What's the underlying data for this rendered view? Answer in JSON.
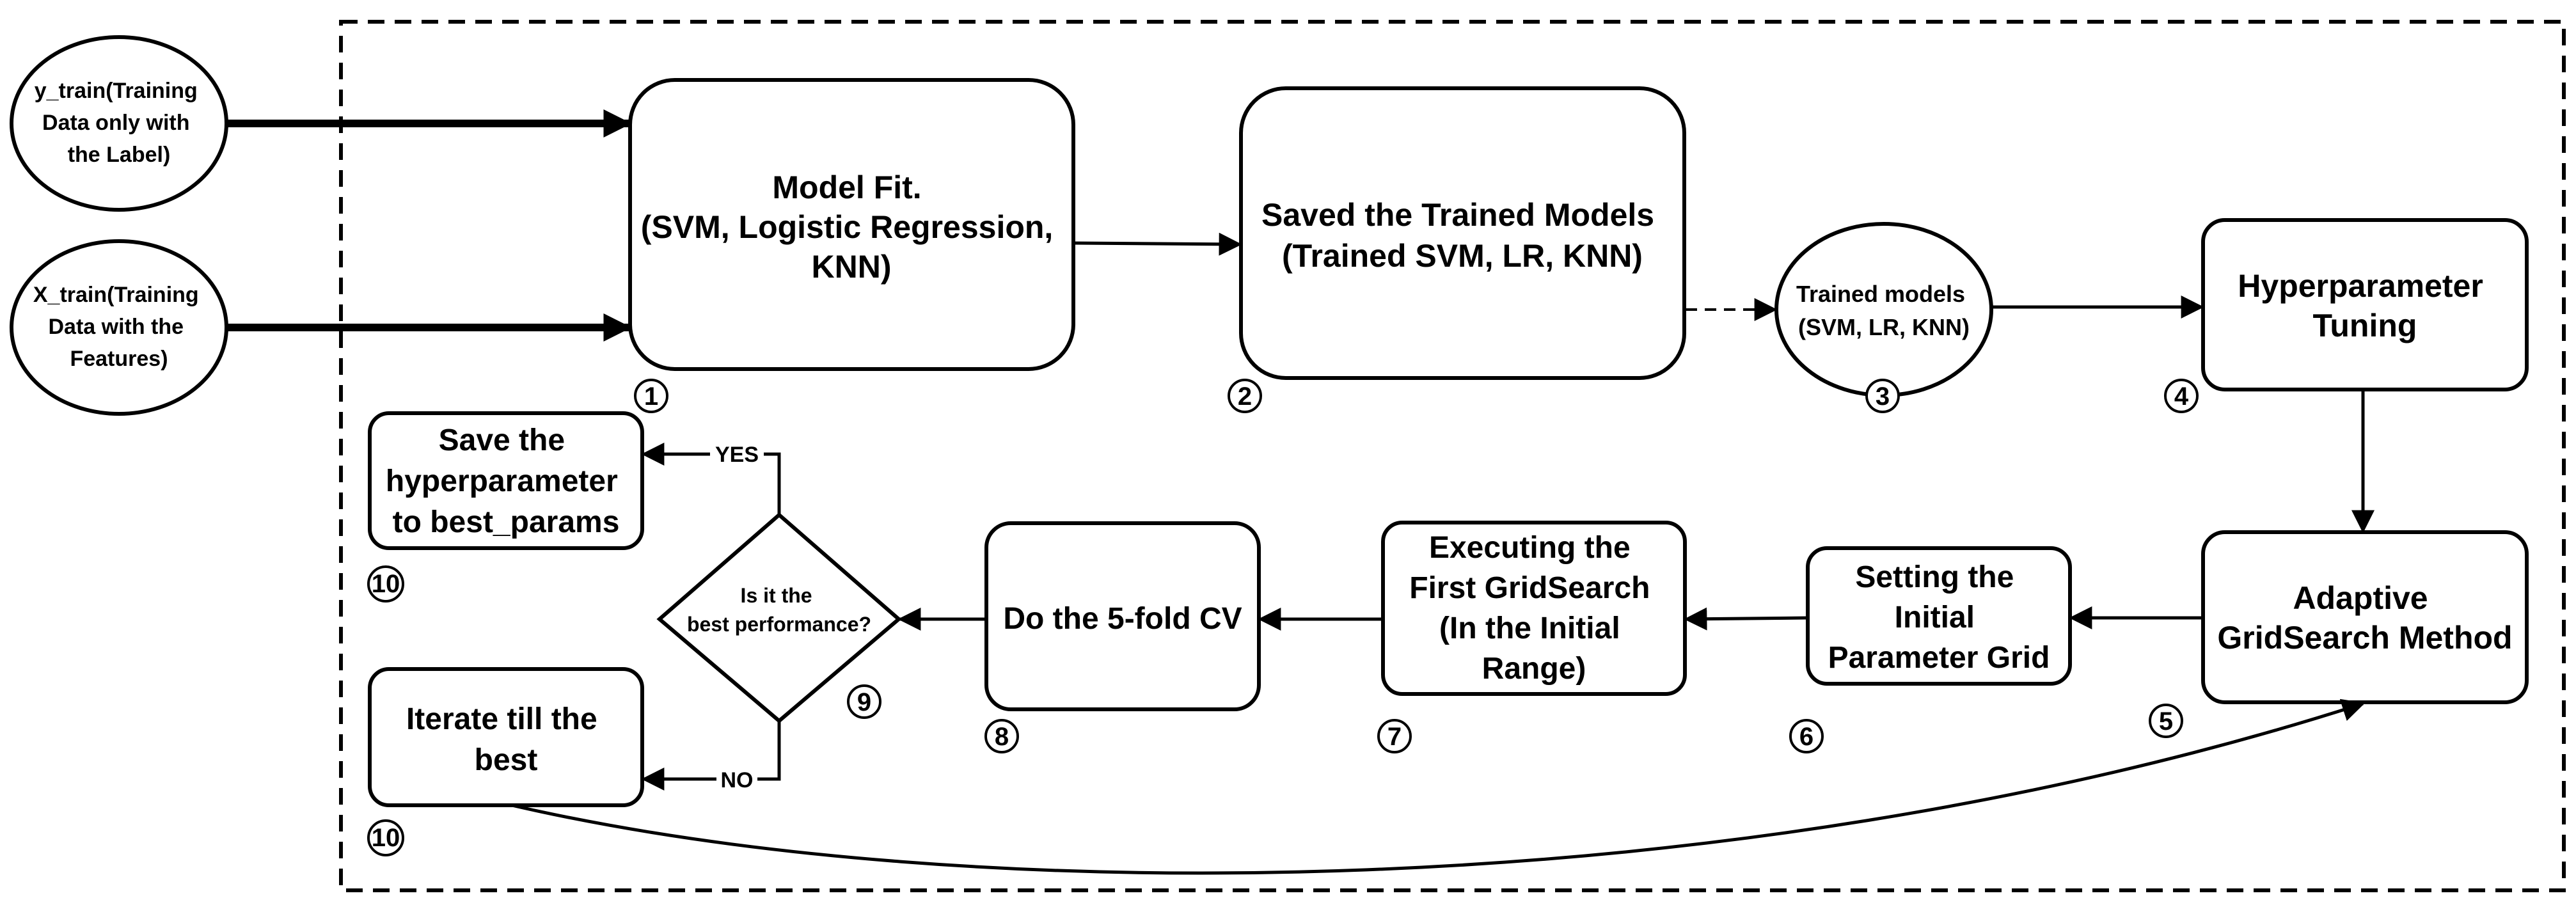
{
  "inputs": {
    "y_train": [
      "y_train(Training",
      "Data only with",
      "the Label)"
    ],
    "x_train": [
      "X_train(Training",
      "Data with the",
      "Features)"
    ]
  },
  "nodes": {
    "model_fit": [
      "Model Fit.",
      "(SVM, Logistic Regression,",
      "KNN)"
    ],
    "saved_models": [
      "Saved the Trained Models",
      "(Trained SVM, LR, KNN)"
    ],
    "trained_models": [
      "Trained models",
      "(SVM, LR, KNN)"
    ],
    "hyperparameter_tuning": [
      "Hyperparameter",
      "Tuning"
    ],
    "adaptive_gridsearch": [
      "Adaptive",
      "GridSearch Method"
    ],
    "initial_grid": [
      "Setting the",
      "Initial",
      "Parameter Grid"
    ],
    "first_gridsearch": [
      "Executing the",
      "First GridSearch",
      "(In the Initial",
      "Range)"
    ],
    "five_fold_cv": [
      "Do the 5-fold CV"
    ],
    "decision": [
      "Is it the",
      "best performance?"
    ],
    "save_params": [
      "Save the",
      "hyperparameter",
      "to best_params"
    ],
    "iterate": [
      "Iterate till the",
      "best"
    ]
  },
  "edge_labels": {
    "yes": "YES",
    "no": "NO"
  },
  "steps": [
    "1",
    "2",
    "3",
    "4",
    "5",
    "6",
    "7",
    "8",
    "9",
    "10",
    "10"
  ]
}
